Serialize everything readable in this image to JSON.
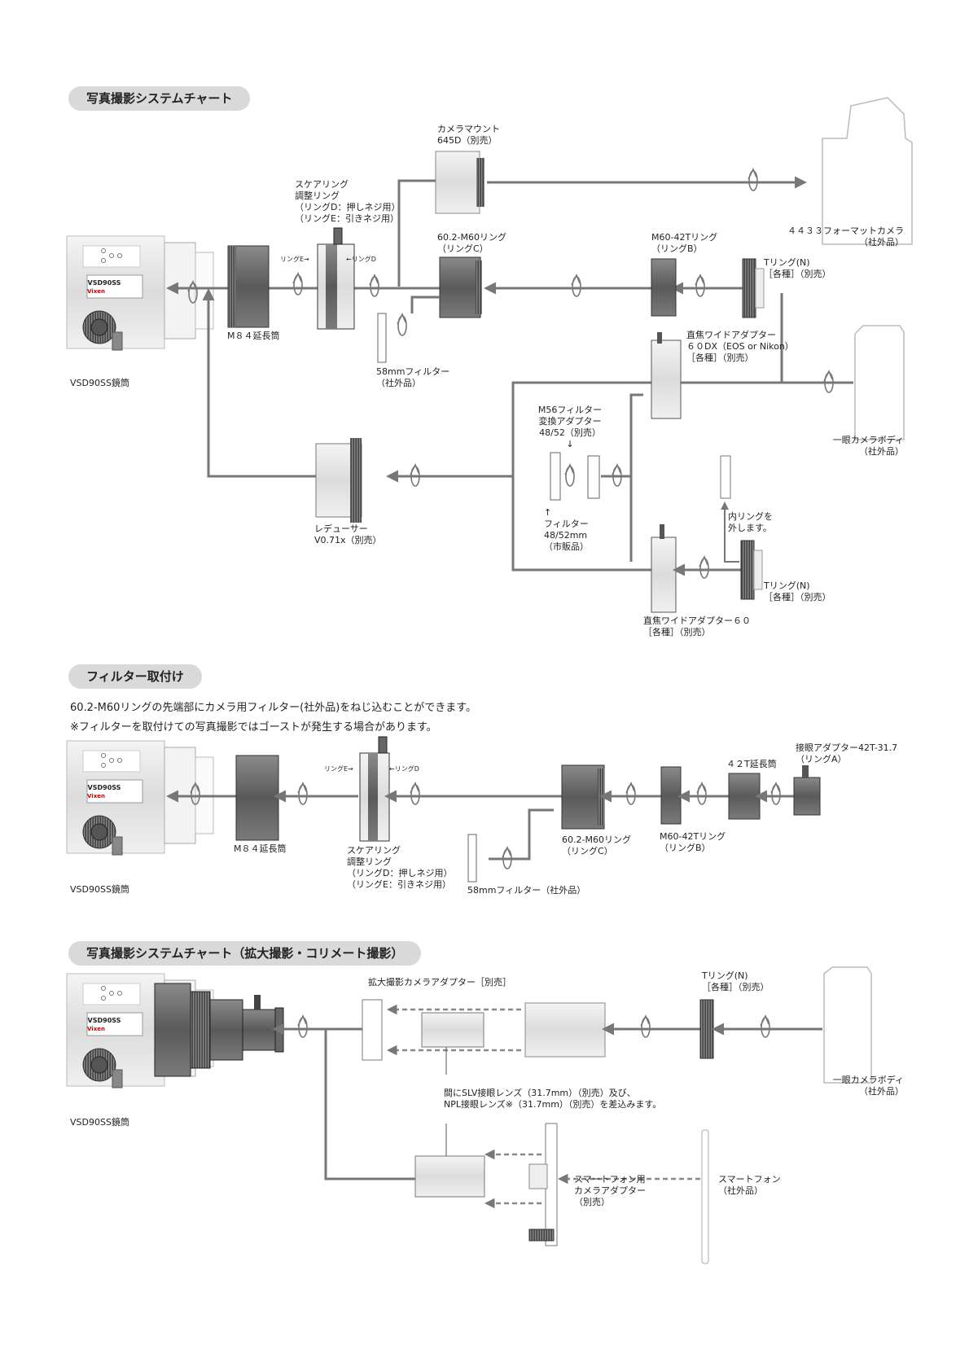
{
  "headings": {
    "system_chart": "写真撮影システムチャート",
    "filter_mount": "フィルター取付け",
    "system_chart_macro": "写真撮影システムチャート（拡大撮影・コリメート撮影）"
  },
  "section1": {
    "tube_label": "VSD90SS鏡筒",
    "tube_badge": "VSD90SS",
    "tube_brand": "Vixen",
    "extension_tube": "M８４延長筒",
    "square_ring": "スケアリング\n調整リング\n（リングD：押しネジ用）\n（リングE：引きネジ用）",
    "ring_e_marker": "リングE→",
    "ring_d_marker": "←リングD",
    "camera_mount": "カメラマウント\n645D（別売）",
    "ring_c": "60.2-M60リング\n（リングC）",
    "filter_58": "58mmフィルター\n（社外品）",
    "camera_4433": "４４３３フォーマットカメラ\n（社外品）",
    "ring_b": "M60-42Tリング\n（リングB）",
    "t_ring_1": "Tリング(N)\n［各種］（別売）",
    "wide_adapter_60dx": "直焦ワイドアダプター\n６０DX（EOS or Nikon）\n［各種］（別売）",
    "slr_body_1": "一眼カメラボディ\n（社外品）",
    "m56_adapter": "M56フィルター\n変換アダプター\n48/52（別売）\n↓",
    "filter_4852": "↑\nフィルター\n48/52mm\n（市販品）",
    "inner_ring_note": "内リングを\n外します。",
    "reducer": "レデューサー\nV0.71x（別売）",
    "t_ring_2": "Tリング(N)\n［各種］（別売）",
    "wide_adapter_60": "直焦ワイドアダプター６０\n［各種］（別売）"
  },
  "section2": {
    "note_line1": "60.2-M60リングの先端部にカメラ用フィルター(社外品)をねじ込むことができます。",
    "note_line2": "※フィルターを取付けての写真撮影ではゴーストが発生する場合があります。",
    "tube_label": "VSD90SS鏡筒",
    "tube_badge": "VSD90SS",
    "tube_brand": "Vixen",
    "extension_tube": "M８４延長筒",
    "square_ring": "スケアリング\n調整リング\n（リングD：押しネジ用）\n（リングE：引きネジ用）",
    "ring_e_marker": "リングE→",
    "ring_d_marker": "←リングD",
    "filter_58": "58mmフィルター（社外品）",
    "ring_c": "60.2-M60リング\n（リングC）",
    "ring_b": "M60-42Tリング\n（リングB）",
    "ext_42t": "４２T延長筒",
    "eyepiece_adapter": "接眼アダプター42T-31.7\n（リングA）"
  },
  "section3": {
    "tube_label": "VSD90SS鏡筒",
    "tube_badge": "VSD90SS",
    "tube_brand": "Vixen",
    "macro_adapter": "拡大撮影カメラアダプター［別売］",
    "t_ring": "Tリング(N)\n［各種］（別売）",
    "slr_body": "一眼カメラボディ\n（社外品）",
    "eyepiece_note": "間にSLV接眼レンズ（31.7mm）（別売）及び、\nNPL接眼レンズ※（31.7mm）（別売）を差込みます。",
    "smartphone_adapter": "スマートフォン用\nカメラアダプター\n（別売）",
    "smartphone": "スマートフォン\n（社外品）"
  }
}
